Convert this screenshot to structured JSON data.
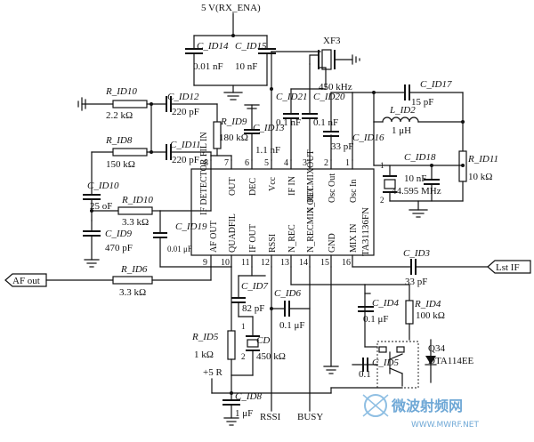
{
  "supply": "5 V(RX_ENA)",
  "ic": {
    "part": "TA31136FN",
    "top_pins": [
      "8",
      "7",
      "6",
      "5",
      "4",
      "3",
      "2",
      "1"
    ],
    "bottom_pins": [
      "9",
      "10",
      "11",
      "12",
      "13",
      "14",
      "15",
      "16"
    ],
    "top_labels": [
      "IF DETECTOR FIL IN",
      "OUT",
      "DEC",
      "Vcc",
      "IF IN",
      "N_RECMIXOUT",
      "Osc Out",
      "Osc In"
    ],
    "bottom_labels": [
      "AF OUT",
      "QUADFIL",
      "IF OUT",
      "RSSI",
      "N_REC",
      "N_RECMIX OUT",
      "GND",
      "MIX IN"
    ]
  },
  "components": {
    "c14": {
      "ref": "C_ID14",
      "value": "0.01 nF"
    },
    "c15": {
      "ref": "C_ID15",
      "value": "10 nF"
    },
    "xf3": {
      "ref": "XF3",
      "value": "450 kHz"
    },
    "r10a": {
      "ref": "R_ID10",
      "value": "2.2 kΩ"
    },
    "c12": {
      "ref": "C_ID12",
      "value": "220 pF"
    },
    "r9": {
      "ref": "R_ID9",
      "value": "180 kΩ"
    },
    "c13": {
      "ref": "C_ID13",
      "value": "1.1 nF"
    },
    "c21": {
      "ref": "C_ID21",
      "value": "0.1 nF"
    },
    "c20": {
      "ref": "C_ID20",
      "value": "0.1 nF"
    },
    "c17": {
      "ref": "C_ID17",
      "value": "15 pF"
    },
    "l2": {
      "ref": "L_ID2",
      "value": "1 μH"
    },
    "c16": {
      "ref": "C_ID16",
      "value": "33 pF"
    },
    "r8": {
      "ref": "R_ID8",
      "value": "150 kΩ"
    },
    "c11": {
      "ref": "C_ID11",
      "value": "220 pF"
    },
    "c18": {
      "ref": "C_ID18",
      "value": "10 nF"
    },
    "r11": {
      "ref": "R_ID11",
      "value": "10 kΩ"
    },
    "xtal": {
      "value": "44.595 MHz"
    },
    "c10": {
      "ref": "C_ID10",
      "value": "25 oF"
    },
    "r10b": {
      "ref": "R_ID10",
      "value": "3.3 kΩ"
    },
    "c9": {
      "ref": "C_ID9",
      "value": "470 pF"
    },
    "c19": {
      "ref": "C_ID19",
      "value": "0.01 μF"
    },
    "r6": {
      "ref": "R_ID6",
      "value": "3.3 kΩ"
    },
    "c3": {
      "ref": "C_ID3",
      "value": "33 pF"
    },
    "c7": {
      "ref": "C_ID7",
      "value": "82 pF"
    },
    "c6": {
      "ref": "C_ID6",
      "value": "0.1 μF"
    },
    "c4": {
      "ref": "C_ID4",
      "value": "0.1 μF"
    },
    "r4": {
      "ref": "R_ID4",
      "value": "100 kΩ"
    },
    "r5": {
      "ref": "R_ID5",
      "value": "1 kΩ"
    },
    "cd": {
      "ref": "CD",
      "value": "450 kΩ"
    },
    "c5": {
      "ref": "C_ID5",
      "value": "0.1"
    },
    "q34": {
      "ref": "Q34",
      "value": "DTA114EE"
    },
    "c8": {
      "ref": "C_ID8",
      "value": "1 μF"
    }
  },
  "ports": {
    "af_out": "AF out",
    "lst_if": "Lst IF",
    "plus5r": "+5 R",
    "rssi": "RSSI",
    "busy": "BUSY"
  },
  "watermark": {
    "text": "微波射频网",
    "url": "WWW.MWRF.NET"
  }
}
